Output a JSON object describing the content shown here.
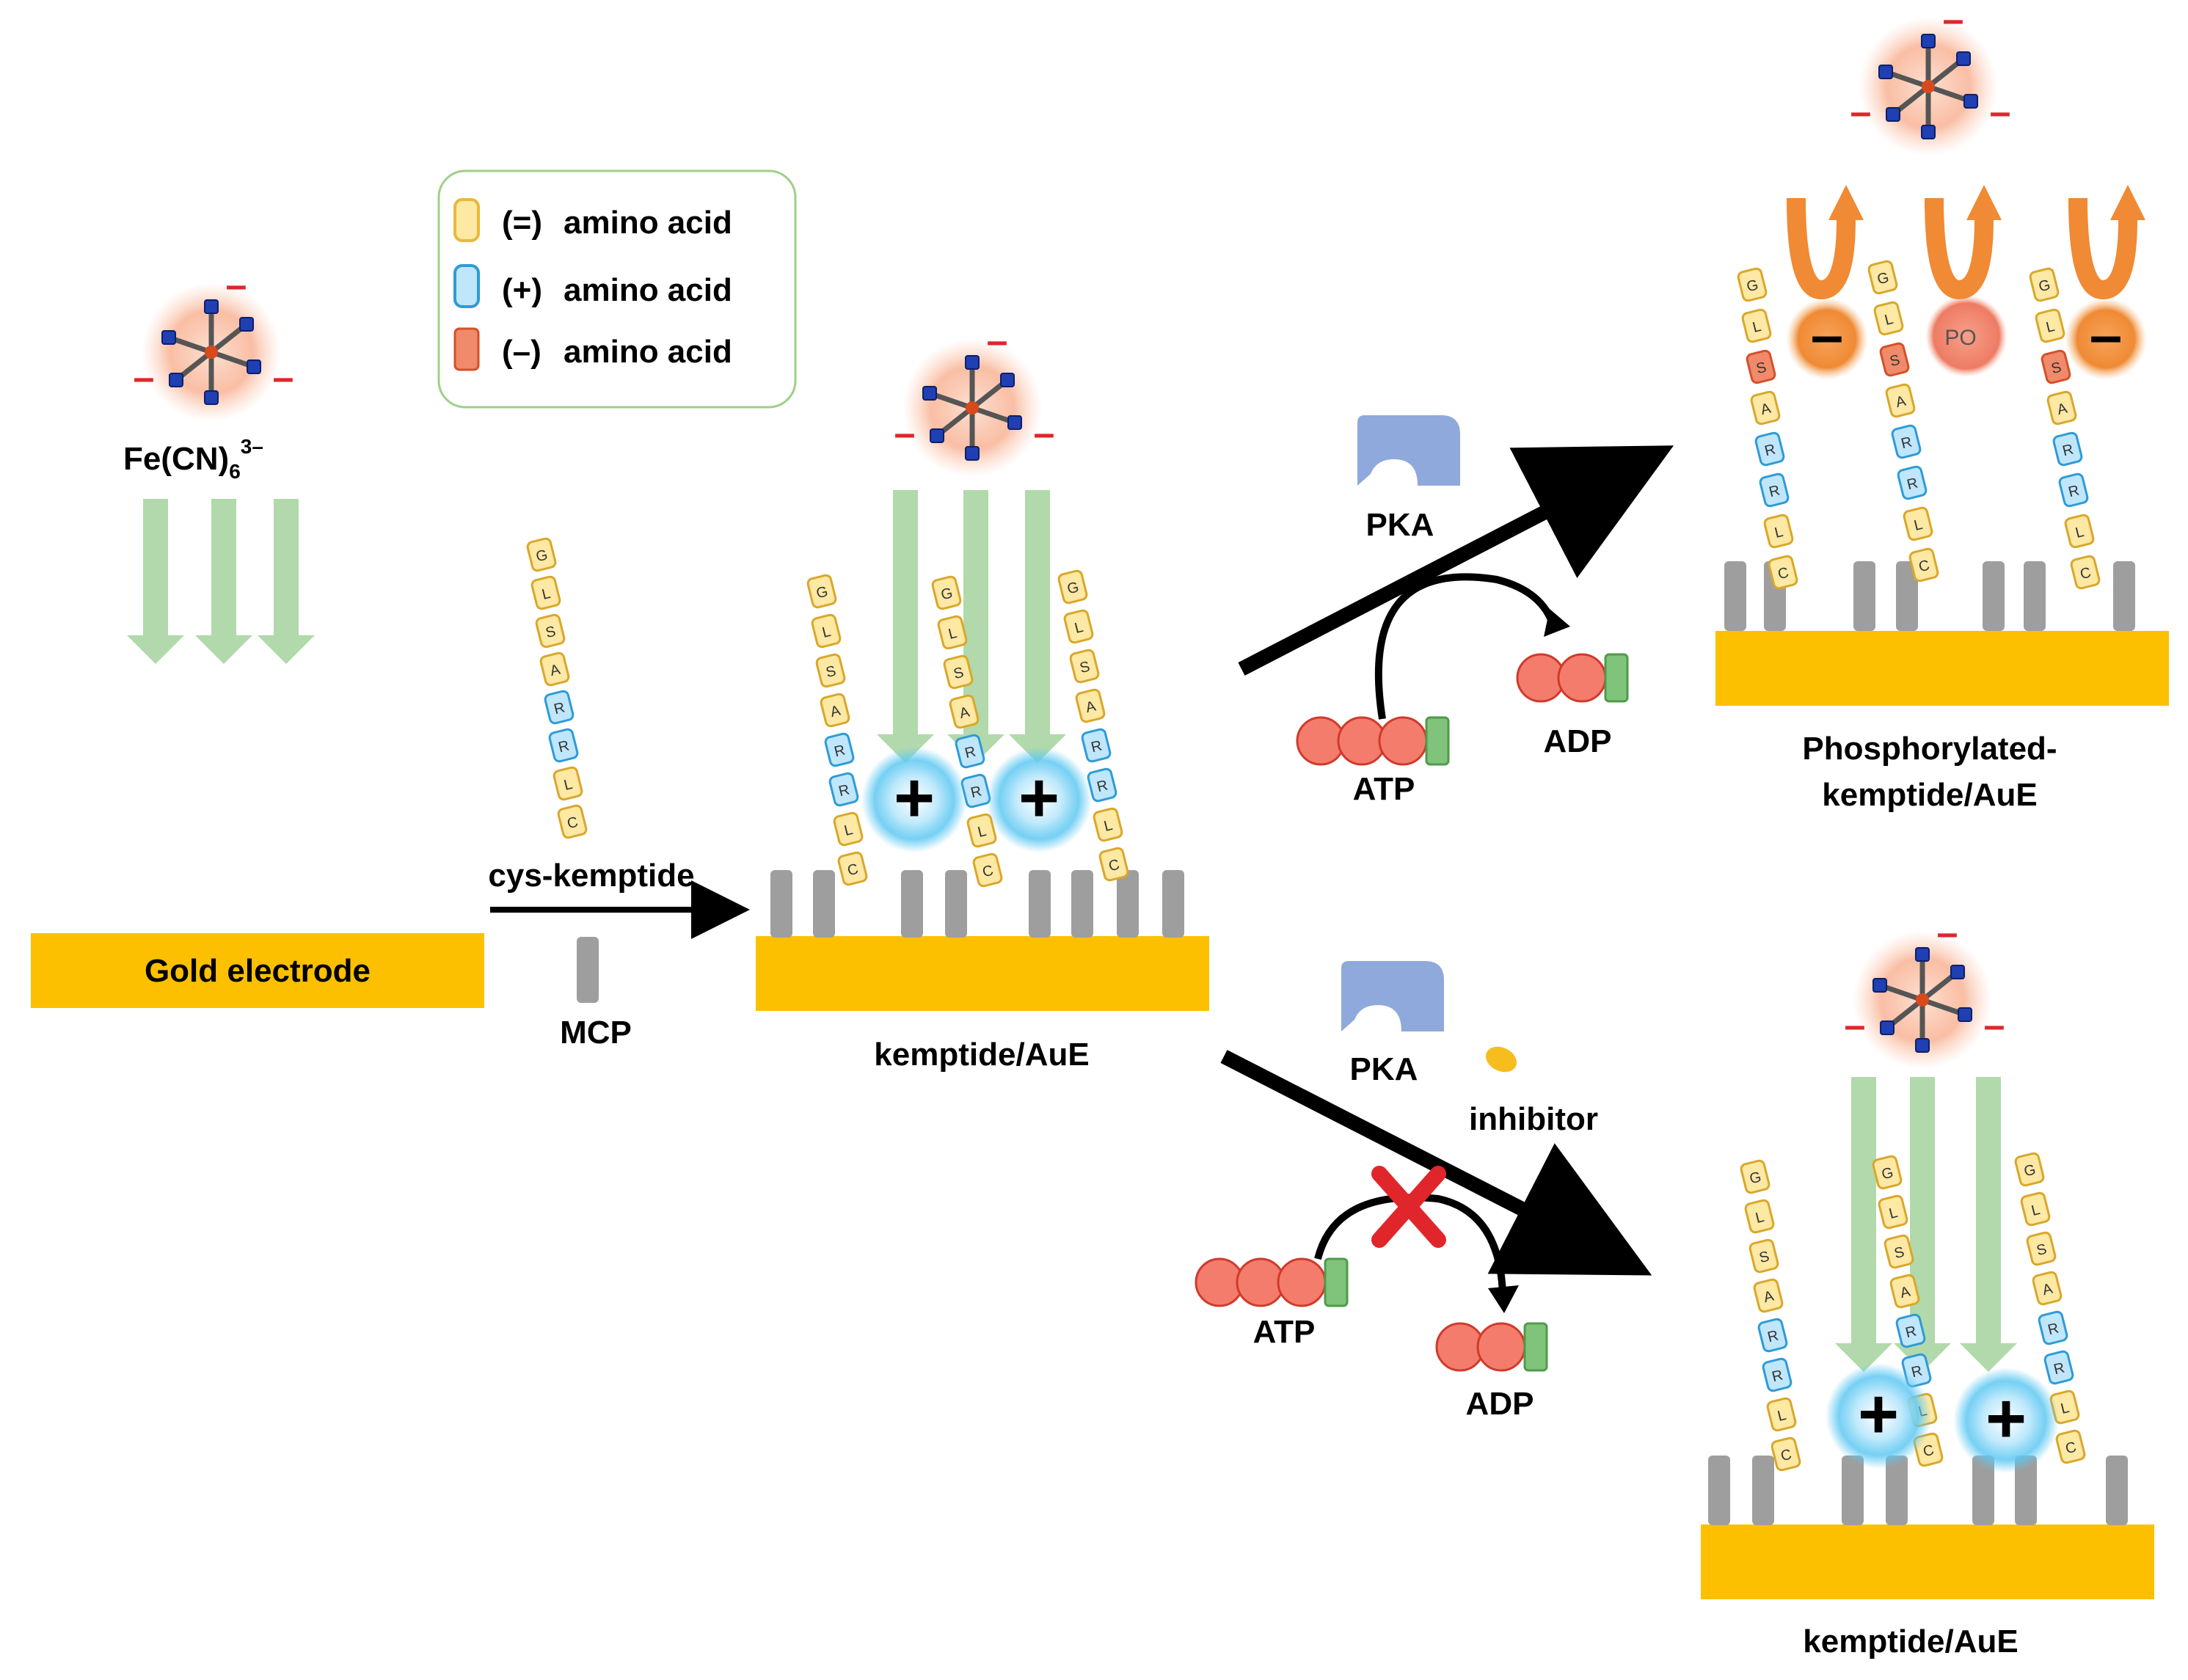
{
  "legend": {
    "items": [
      {
        "symbol": "(=)",
        "text": "amino acid",
        "color": "#fde8a4",
        "border": "#e8b93a"
      },
      {
        "symbol": "(+)",
        "text": "amino acid",
        "color": "#bfe6fb",
        "border": "#2e9bd6"
      },
      {
        "symbol": "(–)",
        "text": "amino acid",
        "color": "#f08a6a",
        "border": "#d4502a"
      }
    ]
  },
  "labels": {
    "ferricyanide_base": "Fe(CN)",
    "ferricyanide_sub": "6",
    "ferricyanide_sup": "3–",
    "gold_electrode": "Gold electrode",
    "cys_kemptide": "cys-kemptide",
    "mcp": "MCP",
    "kemptide_aue_1": "kemptide/AuE",
    "pka_top": "PKA",
    "atp_top": "ATP",
    "adp_top": "ADP",
    "phos_line1": "Phosphorylated-",
    "phos_line2": "kemptide/AuE",
    "pka_bottom": "PKA",
    "inhibitor": "inhibitor",
    "atp_bottom": "ATP",
    "adp_bottom": "ADP",
    "kemptide_aue_2": "kemptide/AuE",
    "phosphate": "PO",
    "plus": "+",
    "minus": "–"
  },
  "peptide_sequence": [
    "G",
    "L",
    "S",
    "A",
    "R",
    "R",
    "L",
    "C"
  ],
  "colors": {
    "gold": "#fcc000",
    "mcp": "#9e9e9e",
    "flux_arrow": "#a8d5a2",
    "atp_circle": "#f47c6c",
    "atp_circle_border": "#d03a2c",
    "phosphate_tail": "#7fc47a",
    "pka": "#8fa9dc",
    "inhibitor": "#f5be1e",
    "plus_glow": "#5ec8f2",
    "minus_ball": "#f08a34",
    "repel_arrow": "#f08a34",
    "block_x": "#e0262b"
  }
}
